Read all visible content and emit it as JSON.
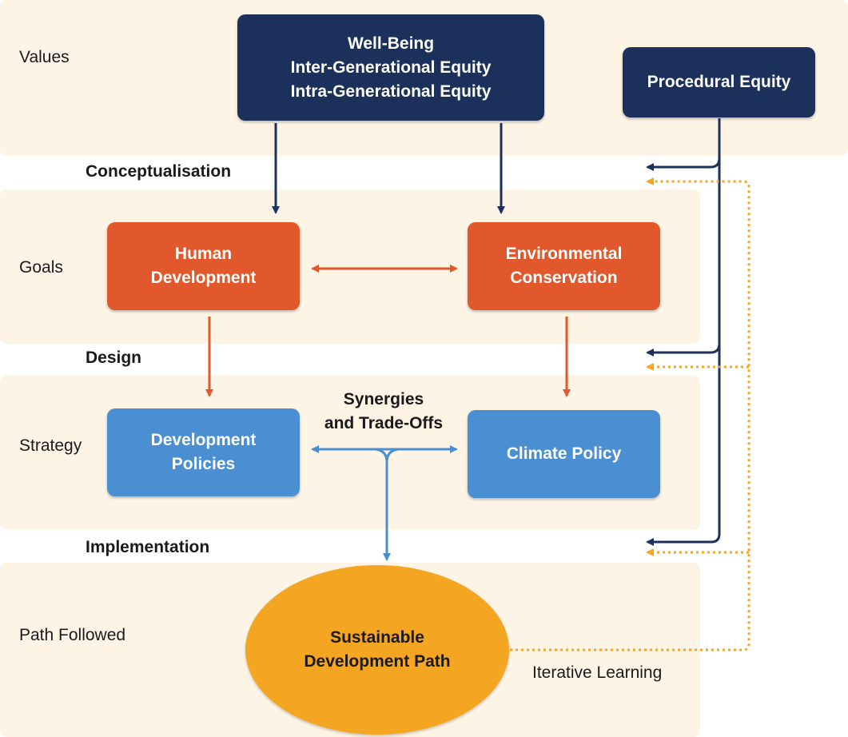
{
  "rows": {
    "values": "Values",
    "goals": "Goals",
    "strategy": "Strategy",
    "path": "Path Followed"
  },
  "stages": {
    "conceptualisation": "Conceptualisation",
    "design": "Design",
    "implementation": "Implementation"
  },
  "boxes": {
    "values_main": [
      "Well-Being",
      "Inter-Generational Equity",
      "Intra-Generational Equity"
    ],
    "procedural_equity": "Procedural Equity",
    "human_development": [
      "Human",
      "Development"
    ],
    "environmental_conservation": [
      "Environmental",
      "Conservation"
    ],
    "development_policies": [
      "Development",
      "Policies"
    ],
    "climate_policy": "Climate Policy",
    "sustainable_path": [
      "Sustainable",
      "Development Path"
    ]
  },
  "synergies": [
    "Synergies",
    "and Trade-Offs"
  ],
  "iterative_learning": "Iterative Learning",
  "colors": {
    "band": "#fdf4e6",
    "navy": "#1b315b",
    "orange": "#e0582b",
    "blue": "#4a8fd1",
    "gold": "#f4a622"
  }
}
